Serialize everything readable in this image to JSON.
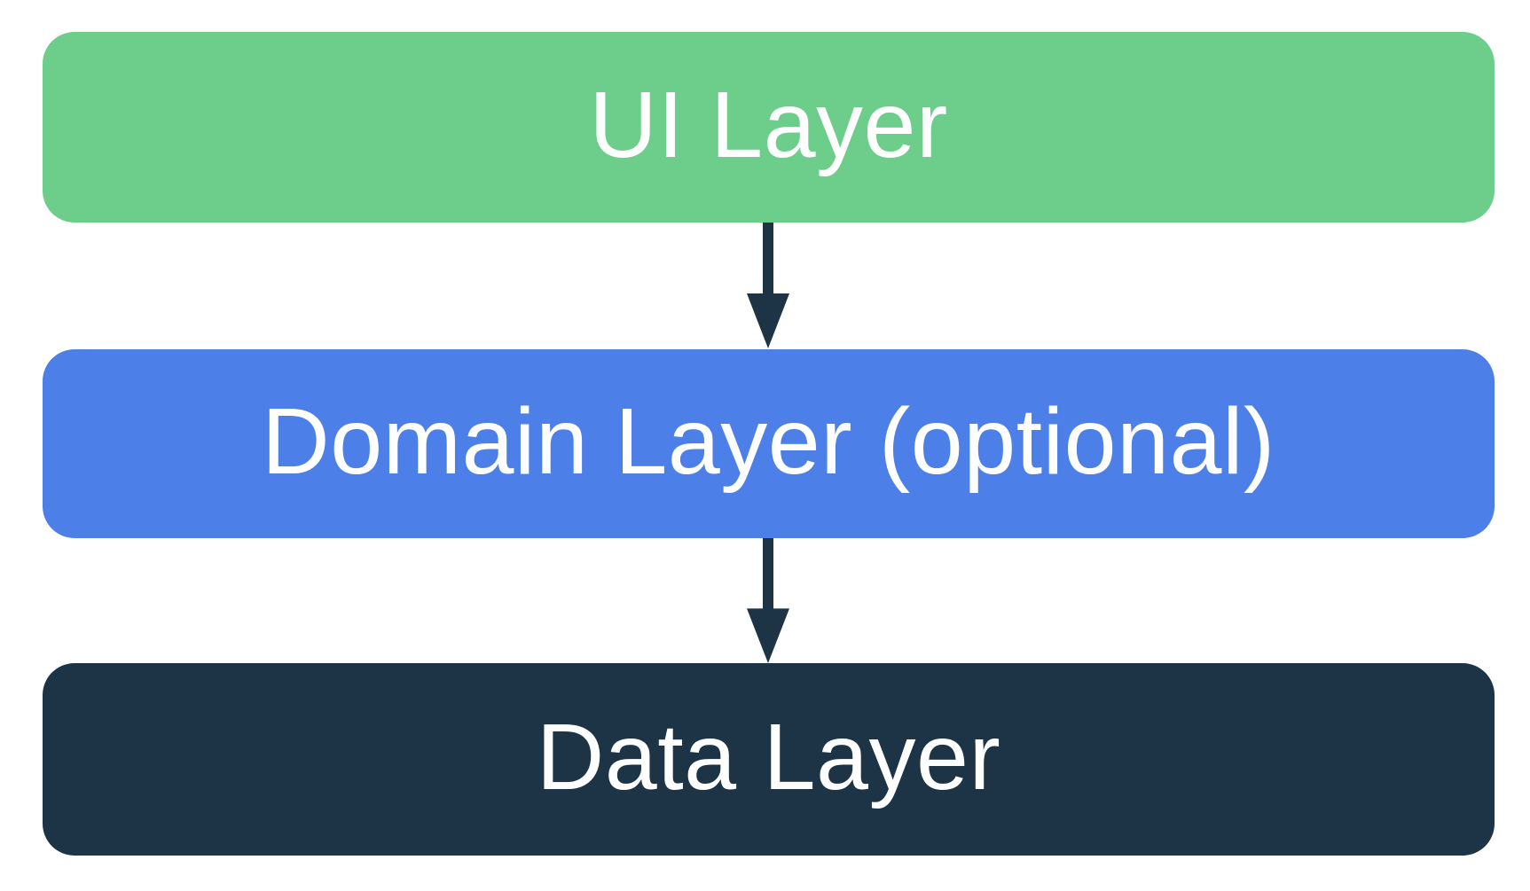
{
  "canvas": {
    "background": "#ffffff"
  },
  "layers": [
    {
      "id": "ui",
      "label": "UI Layer",
      "fill": "#6dce8b",
      "text_color": "#ffffff"
    },
    {
      "id": "domain",
      "label": "Domain Layer (optional)",
      "fill": "#4c80e8",
      "text_color": "#ffffff"
    },
    {
      "id": "data",
      "label": "Data Layer",
      "fill": "#1d3447",
      "text_color": "#ffffff"
    }
  ],
  "arrows": [
    {
      "from": "ui",
      "to": "domain",
      "direction": "down",
      "color": "#1d3447"
    },
    {
      "from": "domain",
      "to": "data",
      "direction": "down",
      "color": "#1d3447"
    }
  ]
}
